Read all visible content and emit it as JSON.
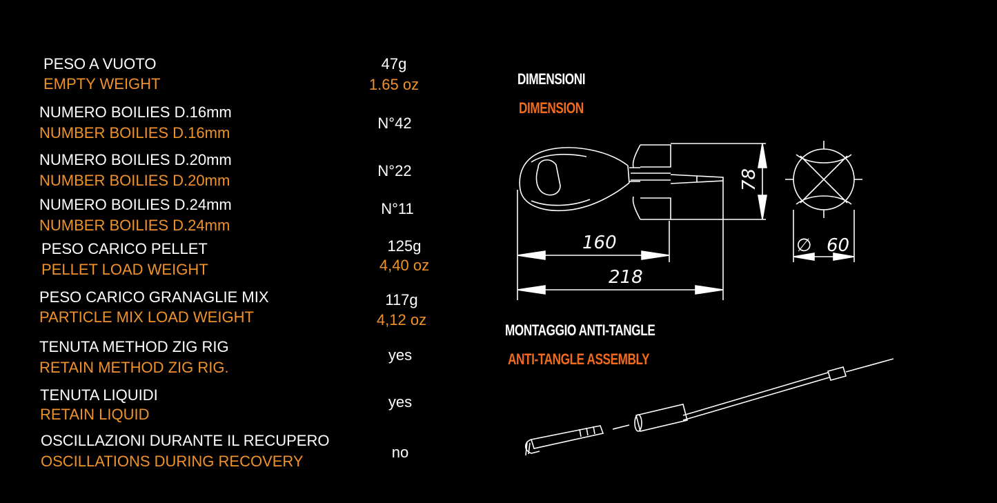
{
  "specs": [
    {
      "it": "PESO A VUOTO",
      "en": "EMPTY WEIGHT",
      "v1": "47g",
      "v2": "1.65 oz"
    },
    {
      "it": "NUMERO BOILIES D.16mm",
      "en": "NUMBER BOILIES  D.16mm",
      "v1": "N°42",
      "v2": ""
    },
    {
      "it": "NUMERO BOILIES  D.20mm",
      "en": "NUMBER BOILIES D.20mm",
      "v1": "N°22",
      "v2": ""
    },
    {
      "it": "NUMERO BOILIES D.24mm",
      "en": "NUMBER BOILIES  D.24mm",
      "v1": "N°11",
      "v2": ""
    },
    {
      "it": "PESO CARICO PELLET",
      "en": "PELLET LOAD WEIGHT",
      "v1": "125g",
      "v2": "4,40 oz"
    },
    {
      "it": "PESO CARICO GRANAGLIE MIX",
      "en": "PARTICLE MIX LOAD WEIGHT",
      "v1": "117g",
      "v2": "4,12 oz"
    },
    {
      "it": "TENUTA METHOD ZIG RIG",
      "en": "RETAIN METHOD ZIG RIG.",
      "v1": "yes",
      "v2": ""
    },
    {
      "it": "TENUTA LIQUIDI",
      "en": "RETAIN LIQUID",
      "v1": "yes",
      "v2": ""
    },
    {
      "it": "OSCILLAZIONI DURANTE IL RECUPERO",
      "en": "OSCILLATIONS DURING RECOVERY",
      "v1": "no",
      "v2": ""
    }
  ],
  "dimensions": {
    "title_it": "DIMENSIONI",
    "title_en": "DIMENSION",
    "height": "78",
    "body_length": "160",
    "total_length": "218",
    "diameter": "60",
    "diameter_symbol": "∅"
  },
  "assembly": {
    "title_it": "MONTAGGIO ANTI-TANGLE",
    "title_en": "ANTI-TANGLE ASSEMBLY"
  },
  "colors": {
    "background": "#000000",
    "text_primary": "#ffffff",
    "text_secondary": "#f0922a",
    "heading_accent": "#f26a1b"
  }
}
